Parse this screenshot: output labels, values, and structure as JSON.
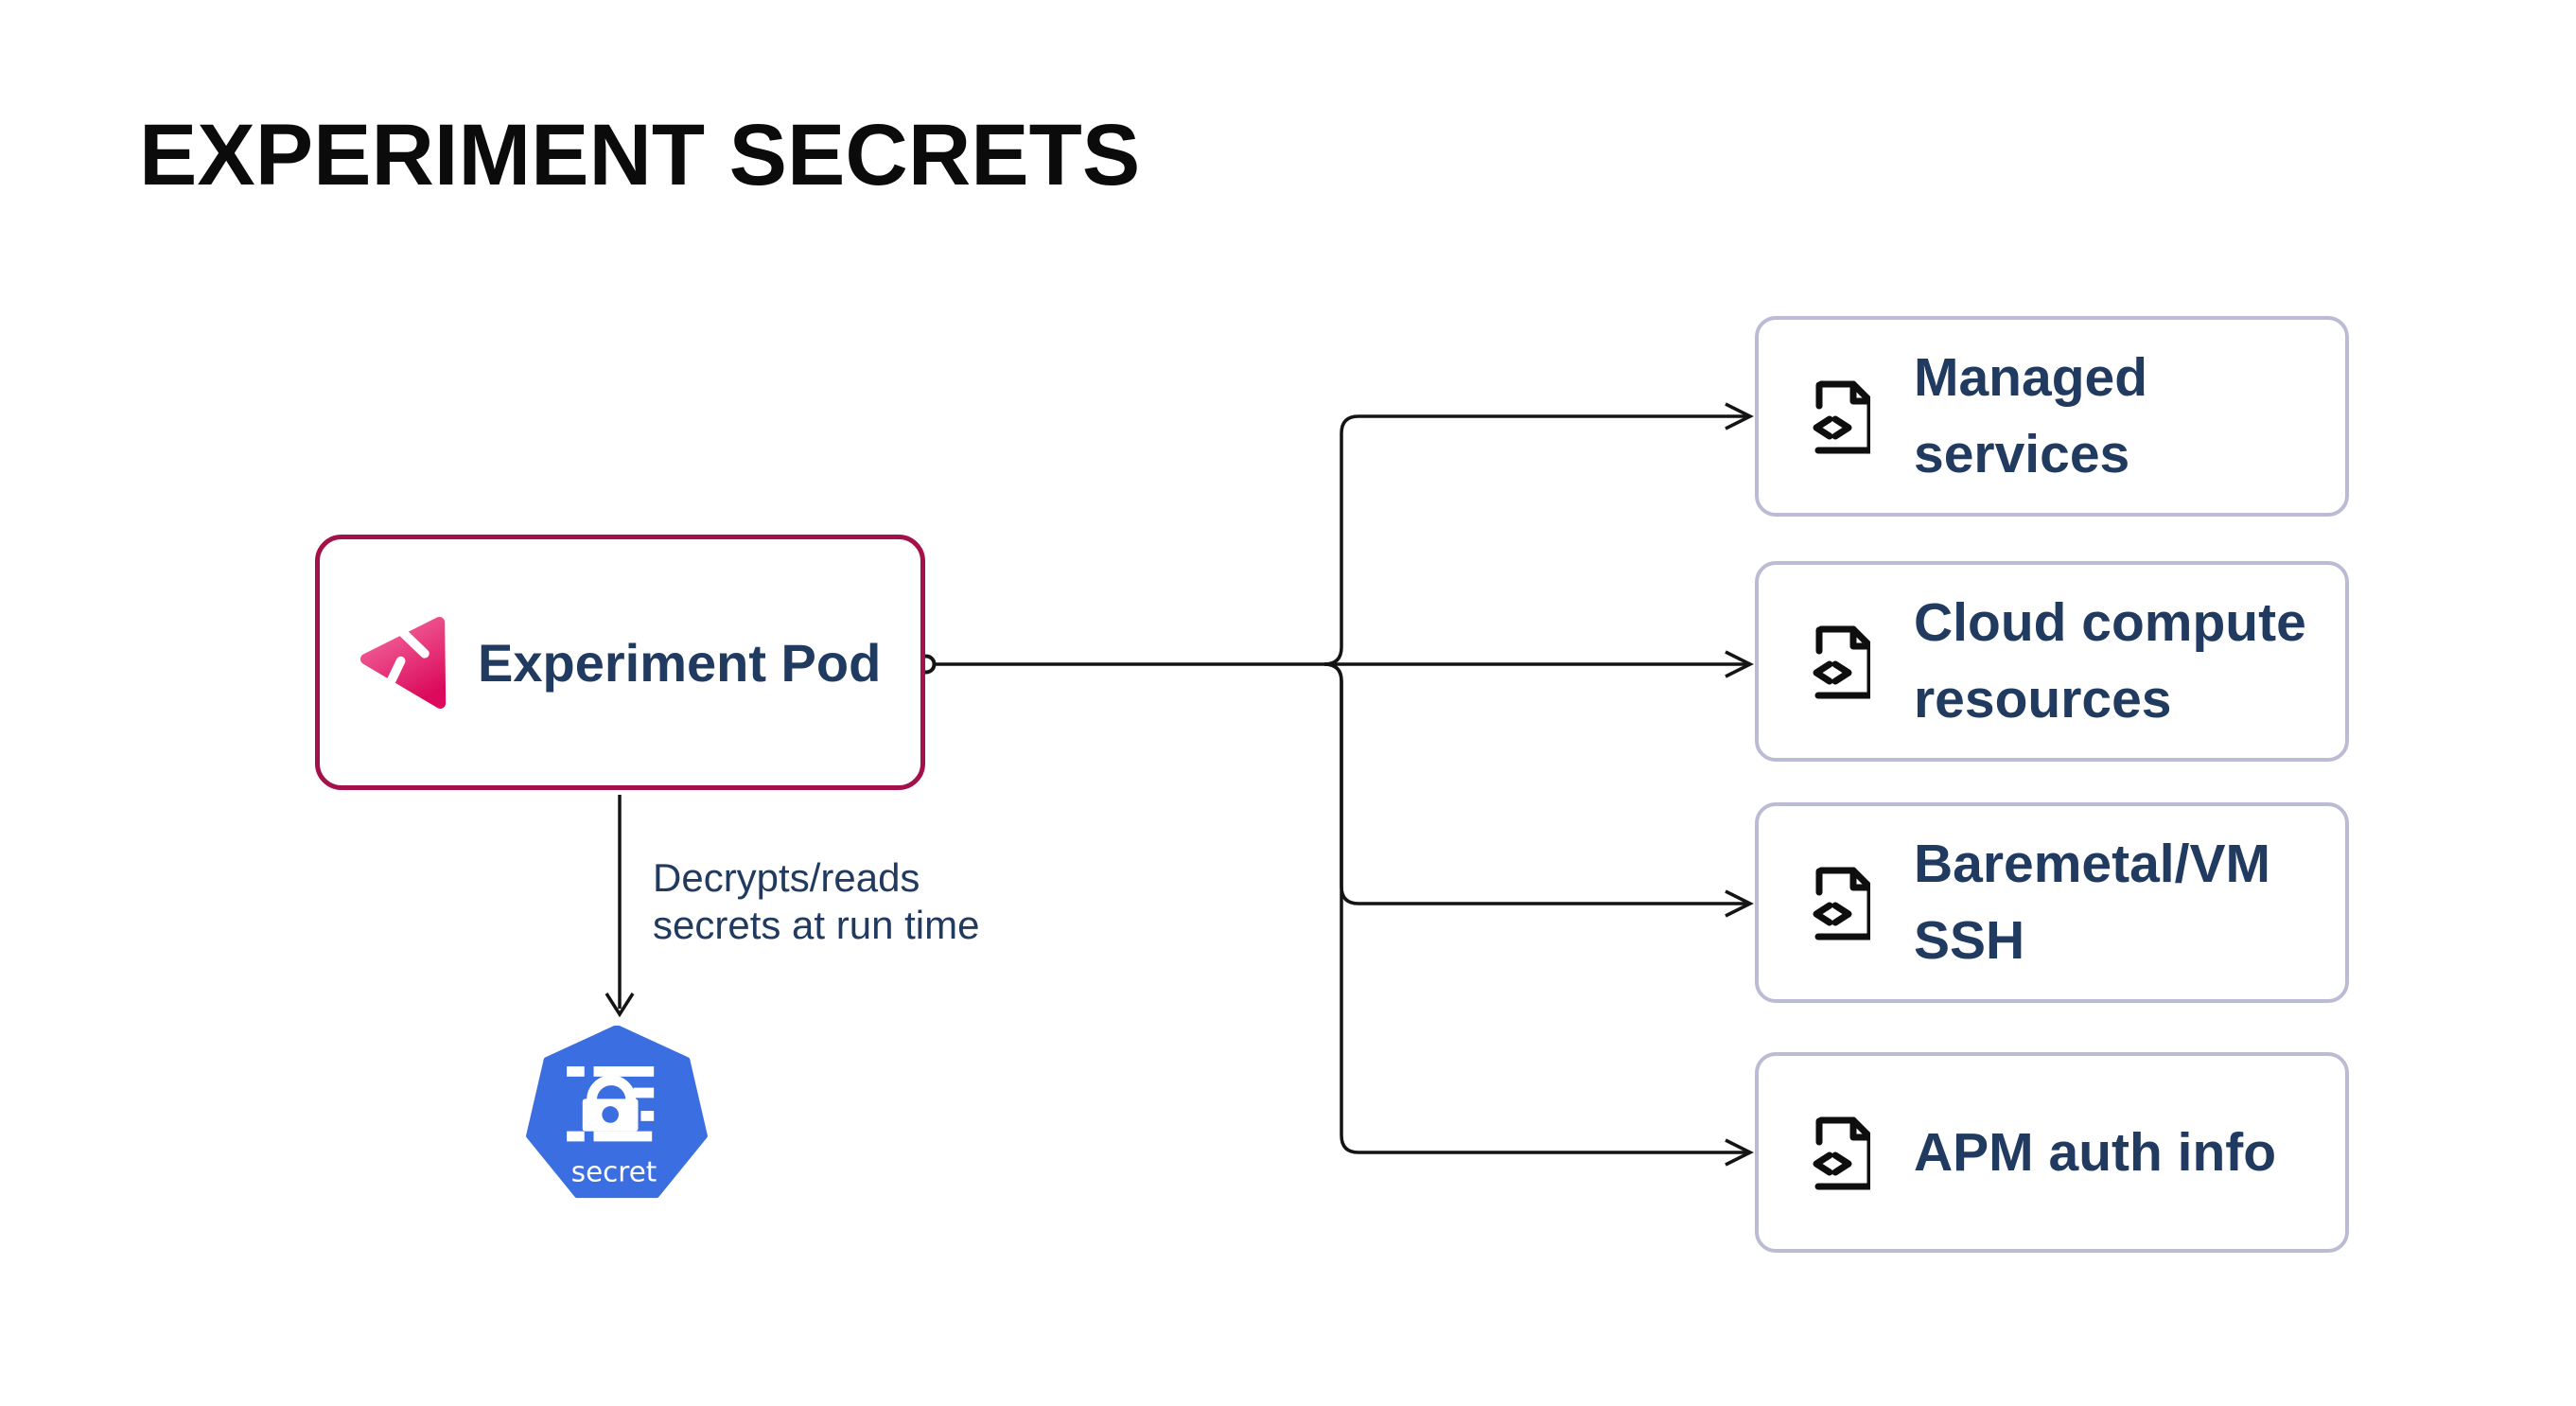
{
  "title": "EXPERIMENT SECRETS",
  "pod": {
    "label": "Experiment Pod",
    "icon": "litmuschaos-logo"
  },
  "edge": {
    "label": "Decrypts/reads secrets at run time"
  },
  "secret": {
    "label": "secret",
    "icon": "kubernetes-secret-lock"
  },
  "targets": [
    {
      "label": "Managed services",
      "icon": "file-code-icon"
    },
    {
      "label": "Cloud compute resources",
      "icon": "file-code-icon"
    },
    {
      "label": "Baremetal/VM SSH",
      "icon": "file-code-icon"
    },
    {
      "label": "APM auth info",
      "icon": "file-code-icon"
    }
  ],
  "colors": {
    "background": "#FFFFFF",
    "pod_border": "#A41049",
    "text_navy": "#213A5F",
    "target_border": "#BBBCD4",
    "kubernetes_blue": "#3B6FE1",
    "litmus_pink_start": "#F4699E",
    "litmus_pink_end": "#DB0A5C",
    "line_black": "#141414"
  }
}
